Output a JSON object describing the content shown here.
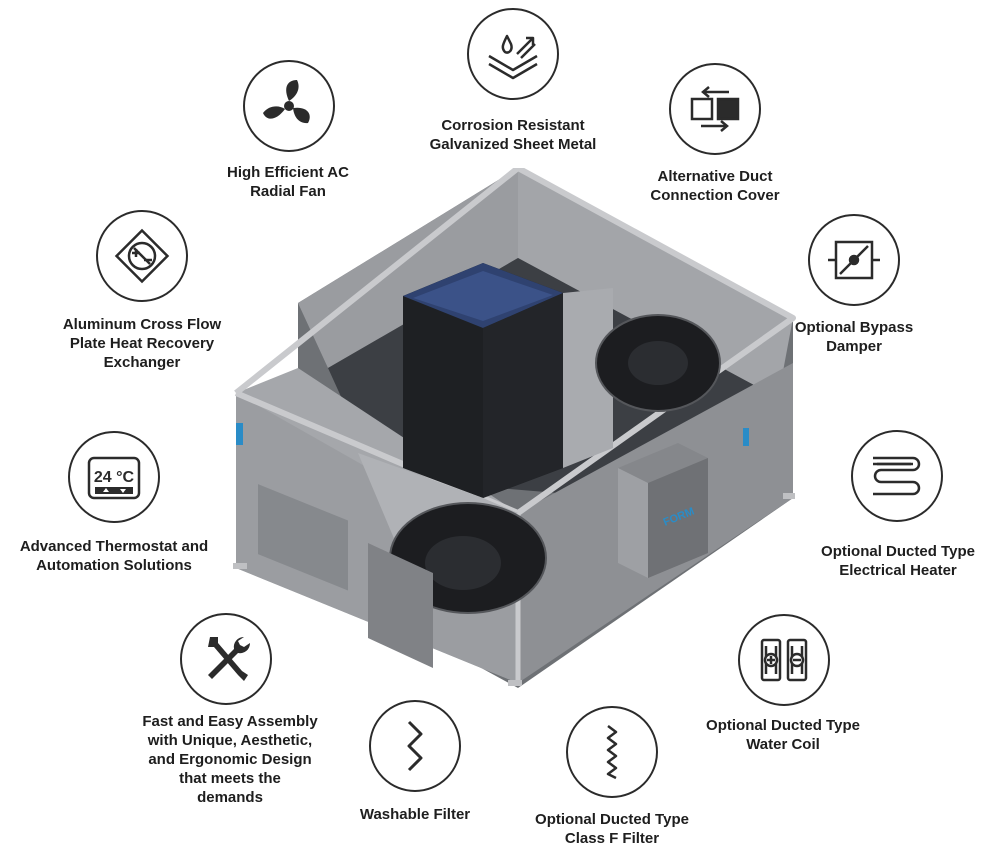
{
  "features": [
    {
      "icon": "fan-icon",
      "lines": [
        "High Efficient AC",
        "Radial Fan"
      ]
    },
    {
      "icon": "sheet-metal-icon",
      "lines": [
        "Corrosion Resistant",
        "Galvanized Sheet Metal"
      ]
    },
    {
      "icon": "duct-connection-icon",
      "lines": [
        "Alternative Duct",
        "Connection Cover"
      ]
    },
    {
      "icon": "heat-exchanger-icon",
      "lines": [
        "Aluminum Cross Flow",
        "Plate Heat Recovery",
        "Exchanger"
      ]
    },
    {
      "icon": "bypass-damper-icon",
      "lines": [
        "Optional Bypass",
        "Damper"
      ]
    },
    {
      "icon": "thermostat-icon",
      "display": "24 °C",
      "lines": [
        "Advanced Thermostat and",
        "Automation Solutions"
      ]
    },
    {
      "icon": "electrical-heater-icon",
      "lines": [
        "Optional Ducted Type",
        "Electrical Heater"
      ]
    },
    {
      "icon": "tools-icon",
      "lines": [
        "Fast and Easy Assembly",
        "with Unique, Aesthetic,",
        "and Ergonomic Design",
        "that meets the",
        "demands"
      ]
    },
    {
      "icon": "washable-filter-icon",
      "lines": [
        "Washable Filter"
      ]
    },
    {
      "icon": "class-f-filter-icon",
      "lines": [
        "Optional Ducted Type",
        "Class F Filter"
      ]
    },
    {
      "icon": "water-coil-icon",
      "lines": [
        "Optional Ducted Type",
        "Water Coil"
      ]
    }
  ],
  "unit": {
    "panel_brand": "FORM"
  },
  "colors": {
    "icon_stroke": "#2b2b2b",
    "label_text": "#1e1e1e",
    "casing": "#8d8f93",
    "exchanger_top": "#2f4270",
    "trim_blue": "#2a8cc7"
  }
}
